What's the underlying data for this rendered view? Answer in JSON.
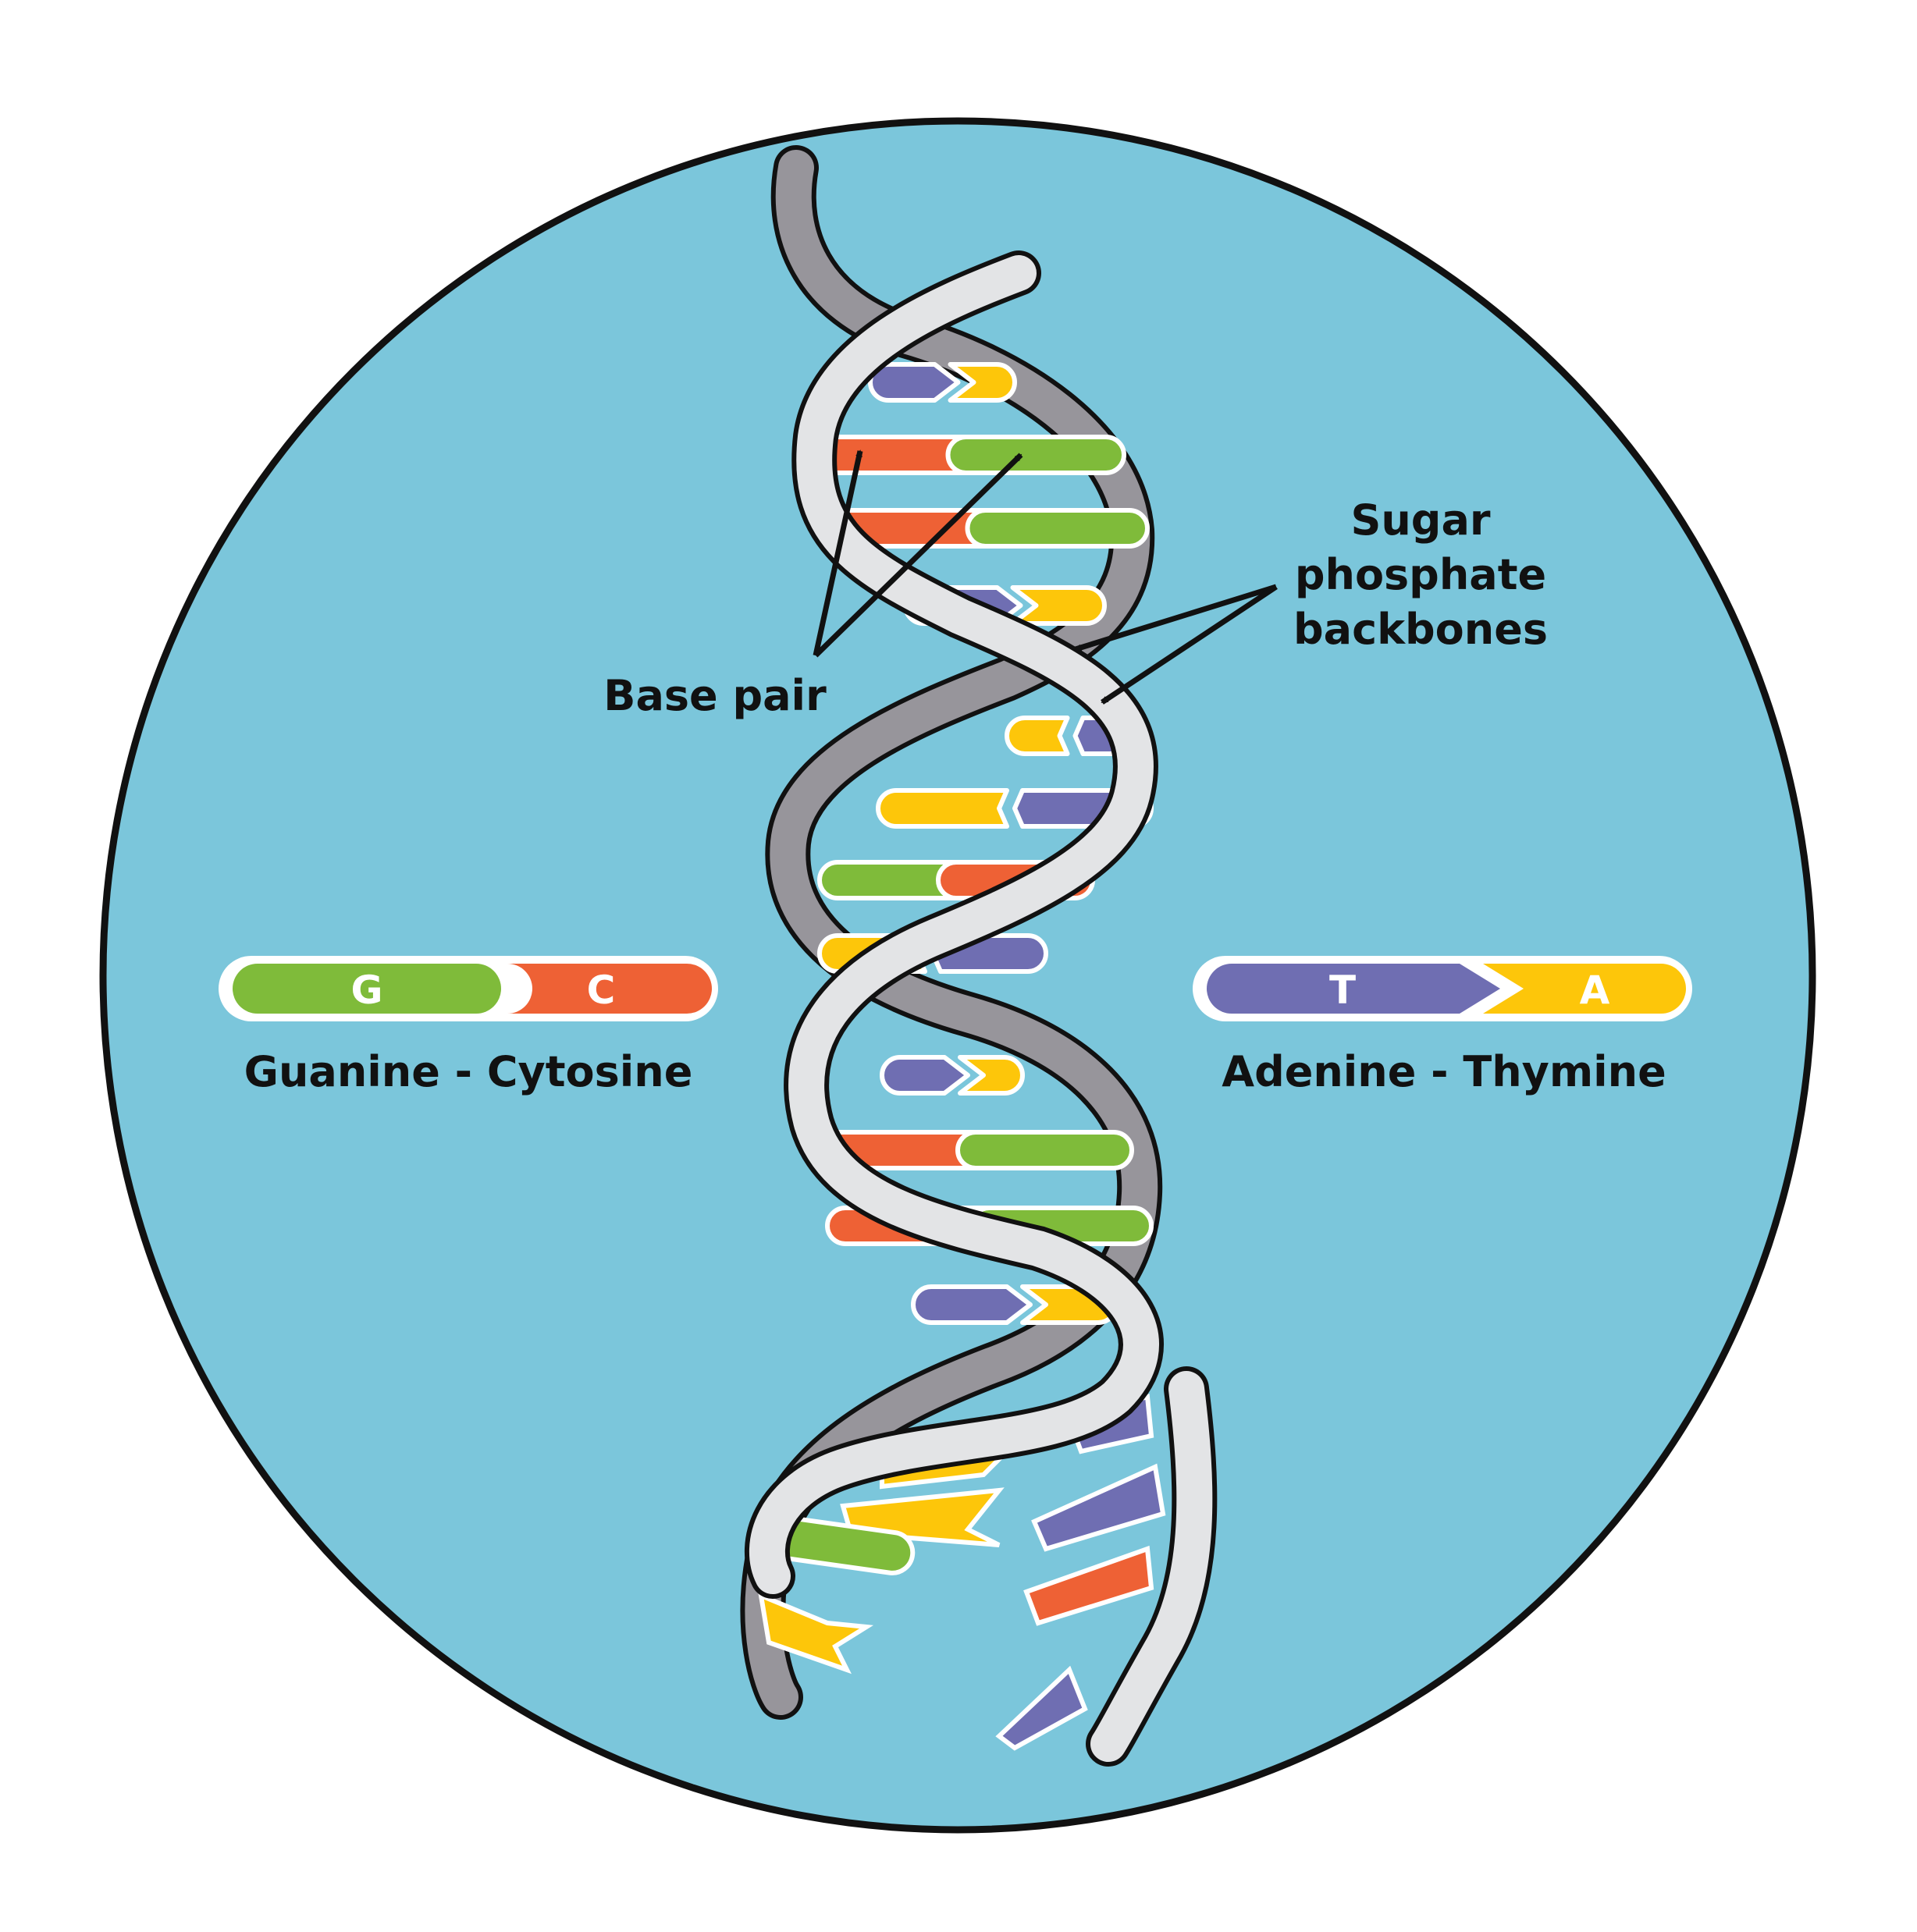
{
  "labels": {
    "base_pair": "Base pair",
    "backbones": [
      "Sugar",
      "phosphate",
      "backbones"
    ],
    "gc_caption": "Guanine - Cytosine",
    "at_caption": "Adenine - Thymine"
  },
  "legend": {
    "gc": {
      "left_letter": "G",
      "right_letter": "C"
    },
    "at": {
      "left_letter": "T",
      "right_letter": "A"
    }
  },
  "colors": {
    "background": "#ffffff",
    "circle_fill": "#7bc6db",
    "outline": "#111111",
    "guanine": "#7fbb3a",
    "cytosine": "#ee6135",
    "thymine": "#6f6eb2",
    "adenine": "#fdc60a",
    "front_strand": "#e3e4e6",
    "back_strand": "#97959b"
  },
  "rungs": [
    [
      "T",
      "A"
    ],
    [
      "C",
      "G"
    ],
    [
      "C",
      "G"
    ],
    [
      "T",
      "A"
    ],
    [
      "A",
      "T"
    ],
    [
      "A",
      "T"
    ],
    [
      "G",
      "C"
    ],
    [
      "A",
      "T"
    ],
    [
      "T",
      "A"
    ],
    [
      "C",
      "G"
    ],
    [
      "C",
      "G"
    ],
    [
      "T",
      "A"
    ]
  ]
}
